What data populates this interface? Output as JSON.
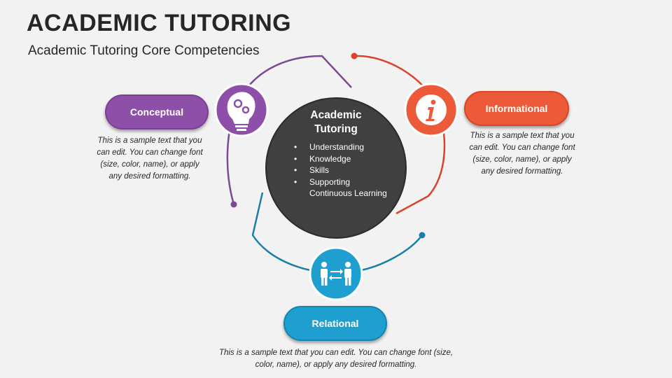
{
  "title": "ACADEMIC TUTORING",
  "subtitle": "Academic Tutoring Core Competencies",
  "center": {
    "title_line1": "Academic",
    "title_line2": "Tutoring",
    "items": [
      "Understanding",
      "Knowledge",
      "Skills",
      "Supporting Continuous Learning"
    ]
  },
  "nodes": {
    "conceptual": {
      "label": "Conceptual",
      "description": "This is a sample text that you can edit. You can change font (size, color, name), or apply any desired formatting.",
      "icon": "lightbulb-gears-icon",
      "color": "#8e4fa8"
    },
    "informational": {
      "label": "Informational",
      "description": "This is a sample text that you can edit. You can change font (size, color, name), or apply any desired formatting.",
      "icon": "info-icon",
      "color": "#ec5a3a"
    },
    "relational": {
      "label": "Relational",
      "description": "This is a sample text that you can edit. You can change font (size, color, name), or apply any desired formatting.",
      "icon": "people-exchange-icon",
      "color": "#1e9fcf"
    }
  },
  "colors": {
    "center_fill": "#404040",
    "purple_line": "#7b4a96",
    "red_line": "#d9432a",
    "blue_line": "#1a7fa8"
  }
}
